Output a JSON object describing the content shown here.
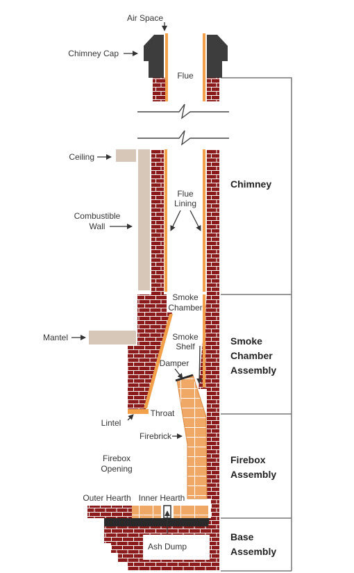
{
  "colors": {
    "brick": "#8b1a1a",
    "brick_dark": "#6d1010",
    "mortar": "#ffffff",
    "firebrick": "#f0a866",
    "firebrick_dark": "#d98a45",
    "flue_liner": "#f3a04a",
    "combustible": "#d6c7b8",
    "cap": "#3d3d3d",
    "hearth_plate": "#2a2a2a",
    "section_line": "#777777"
  },
  "labels": {
    "air_space": "Air Space",
    "chimney_cap": "Chimney Cap",
    "flue": "Flue",
    "ceiling": "Ceiling",
    "combustible_wall_1": "Combustible",
    "combustible_wall_2": "Wall",
    "flue_lining_1": "Flue",
    "flue_lining_2": "Lining",
    "smoke_chamber_1": "Smoke",
    "smoke_chamber_2": "Chamber",
    "mantel": "Mantel",
    "smoke_shelf_1": "Smoke",
    "smoke_shelf_2": "Shelf",
    "damper": "Damper",
    "throat": "Throat",
    "lintel": "Lintel",
    "firebrick": "Firebrick",
    "firebox_opening_1": "Firebox",
    "firebox_opening_2": "Opening",
    "outer_hearth": "Outer Hearth",
    "inner_hearth": "Inner Hearth",
    "ash_dump": "Ash Dump"
  },
  "sections": {
    "chimney": "Chimney",
    "smoke_chamber_assembly_1": "Smoke",
    "smoke_chamber_assembly_2": "Chamber",
    "smoke_chamber_assembly_3": "Assembly",
    "firebox_assembly_1": "Firebox",
    "firebox_assembly_2": "Assembly",
    "base_assembly_1": "Base",
    "base_assembly_2": "Assembly"
  }
}
